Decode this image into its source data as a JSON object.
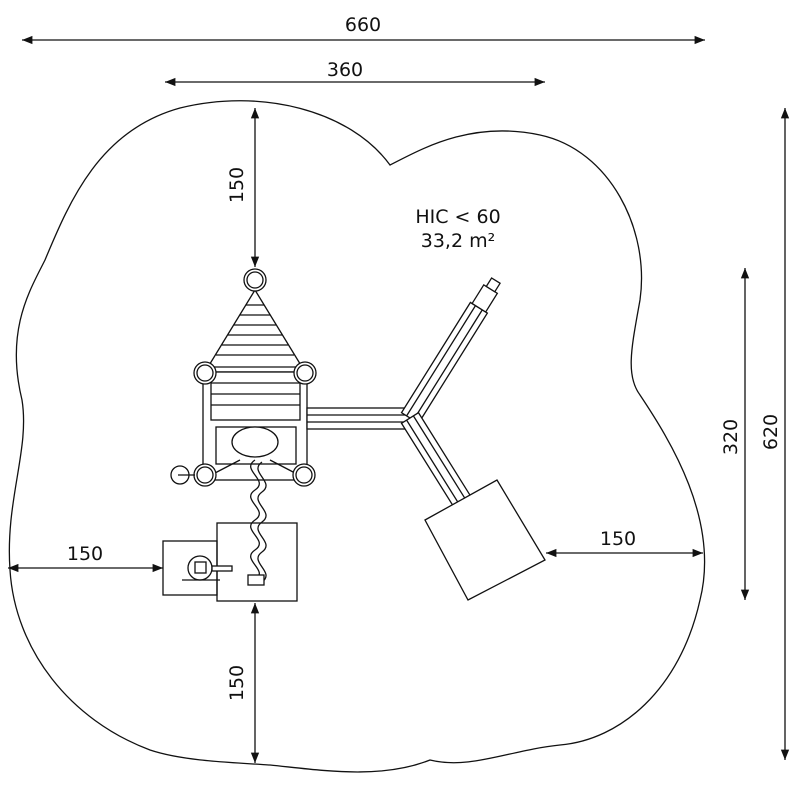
{
  "dimensions": {
    "total_width": "660",
    "structure_width": "360",
    "top_clearance": "150",
    "left_clearance": "150",
    "right_clearance": "150",
    "bottom_clearance": "150",
    "structure_depth": "320",
    "total_depth": "620"
  },
  "area_label": {
    "hic": "HIC < 60",
    "area": "33,2 m²"
  },
  "colors": {
    "line": "#111111",
    "background": "#ffffff"
  }
}
